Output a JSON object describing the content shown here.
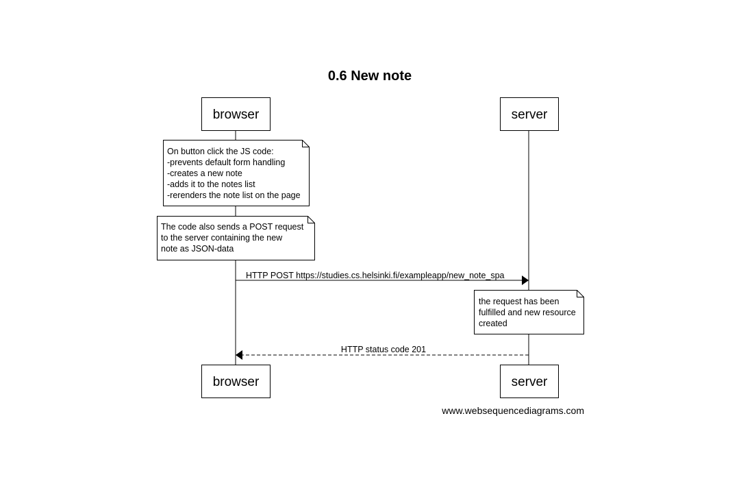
{
  "title": "0.6 New note",
  "participants": {
    "browser": "browser",
    "server": "server"
  },
  "notes": [
    {
      "lines": [
        "On button click the JS code:",
        "-prevents default form handling",
        "-creates a new note",
        "-adds it to the notes list",
        "-rerenders the note list on the page"
      ]
    },
    {
      "lines": [
        "The code also sends a POST request",
        "to the server containing the new",
        "note as JSON-data"
      ]
    },
    {
      "lines": [
        "the request has been",
        "fulfilled and new resource",
        "created"
      ]
    }
  ],
  "messages": [
    {
      "label": "HTTP POST https://studies.cs.helsinki.fi/exampleapp/new_note_spa",
      "style": "solid"
    },
    {
      "label": "HTTP status code 201",
      "style": "dashed"
    }
  ],
  "footer": "www.websequencediagrams.com"
}
